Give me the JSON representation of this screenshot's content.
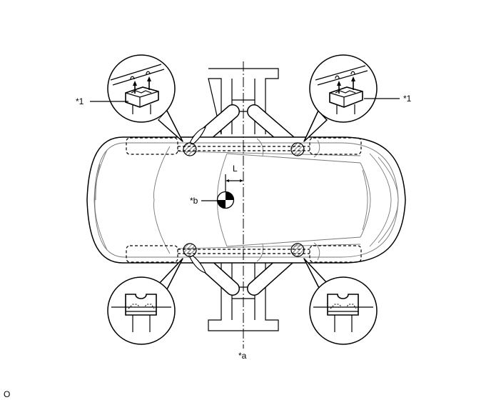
{
  "labels": {
    "callout_left": "*1",
    "callout_right": "*1",
    "center_of_gravity": "*b",
    "dimension": "L",
    "lift_center": "*a",
    "page_code": "O"
  }
}
